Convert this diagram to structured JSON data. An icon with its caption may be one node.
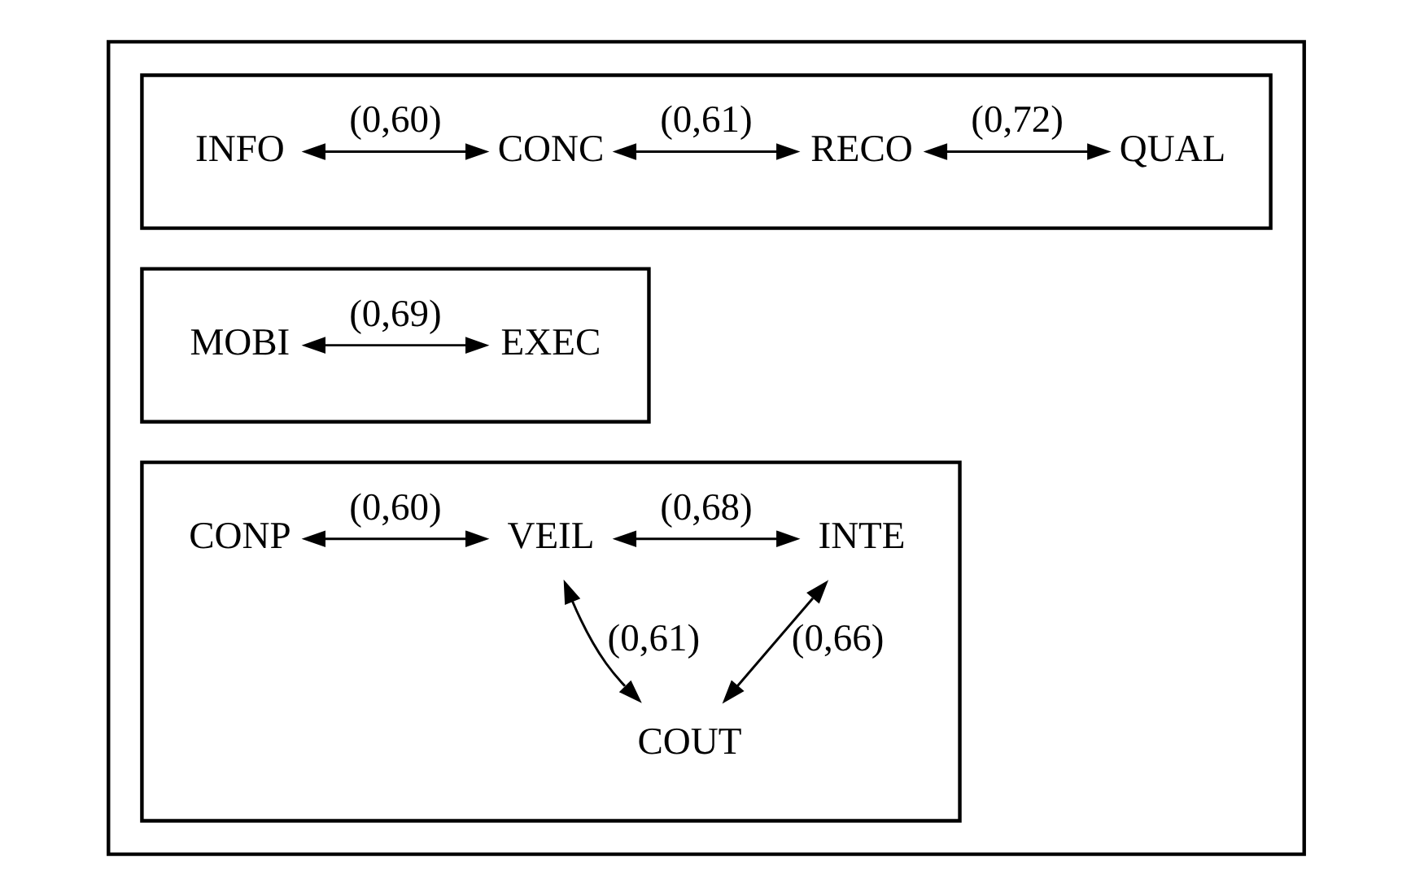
{
  "diagram": {
    "nodes": [
      {
        "text": [],
        "shape": "box"
      },
      {
        "text": [],
        "shape": "box",
        "in": 0
      },
      {
        "text": [
          "INFO"
        ],
        "in": 1
      },
      {
        "text": [
          "CONC"
        ],
        "in": 1
      },
      {
        "text": [
          "RECO"
        ],
        "in": 1
      },
      {
        "text": [
          "QUAL"
        ],
        "in": 1
      },
      {
        "text": [],
        "shape": "box",
        "in": 0
      },
      {
        "text": [
          "MOBI"
        ],
        "in": 6
      },
      {
        "text": [
          "EXEC"
        ],
        "in": 6
      },
      {
        "text": [],
        "shape": "box",
        "in": 0
      },
      {
        "text": [
          "CONP"
        ],
        "in": 9
      },
      {
        "text": [
          "VEIL"
        ],
        "in": 9
      },
      {
        "text": [
          "INTE"
        ],
        "in": 9
      },
      {
        "text": [
          "COUT"
        ],
        "in": 9
      }
    ],
    "edges": [
      {
        "from": 2,
        "to": 3,
        "arrow": "both",
        "label": "(0,60)"
      },
      {
        "from": 3,
        "to": 4,
        "arrow": "both",
        "label": "(0,61)"
      },
      {
        "from": 4,
        "to": 5,
        "arrow": "both",
        "label": "(0,72)"
      },
      {
        "from": 7,
        "to": 8,
        "arrow": "both",
        "label": "(0,69)"
      },
      {
        "from": 10,
        "to": 11,
        "arrow": "both",
        "label": "(0,60)"
      },
      {
        "from": 11,
        "to": 12,
        "arrow": "both",
        "label": "(0,68)"
      },
      {
        "from": 11,
        "to": 13,
        "arrow": "both",
        "label": "(0,61)"
      },
      {
        "from": 12,
        "to": 13,
        "arrow": "both",
        "label": "(0,66)"
      }
    ]
  }
}
